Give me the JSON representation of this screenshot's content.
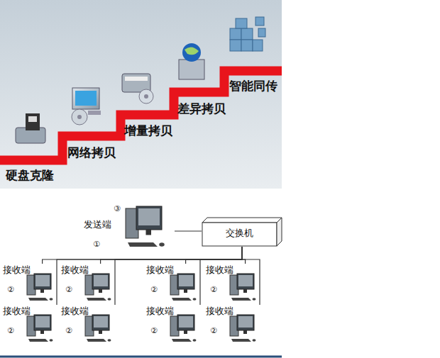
{
  "diagram": {
    "nodes": [
      {
        "text": [
          "发送端"
        ]
      },
      {
        "text": [
          "交换机"
        ]
      },
      {
        "text": [
          "接收端"
        ]
      },
      {
        "text": [
          "接收端"
        ]
      },
      {
        "text": [
          "接收端"
        ]
      },
      {
        "text": [
          "接收端"
        ]
      },
      {
        "text": [
          "接收端"
        ]
      },
      {
        "text": [
          "接收端"
        ]
      },
      {
        "text": [
          "接收端"
        ]
      },
      {
        "text": [
          "接收端"
        ]
      }
    ],
    "edges": [
      {
        "from": 0,
        "to": 1,
        "arrow": "none"
      },
      {
        "from": 1,
        "to": 2,
        "arrow": "none"
      },
      {
        "from": 1,
        "to": 3,
        "arrow": "none"
      },
      {
        "from": 1,
        "to": 4,
        "arrow": "none"
      },
      {
        "from": 1,
        "to": 5,
        "arrow": "none"
      },
      {
        "from": 1,
        "to": 6,
        "arrow": "none"
      },
      {
        "from": 1,
        "to": 7,
        "arrow": "none"
      },
      {
        "from": 1,
        "to": 8,
        "arrow": "none"
      },
      {
        "from": 1,
        "to": 9,
        "arrow": "none"
      }
    ],
    "labels": [
      "硬盘克隆",
      "网络拷贝",
      "增量拷贝",
      "差异拷贝",
      "智能同传",
      "③",
      "①",
      "②",
      "②",
      "②",
      "②",
      "②",
      "②",
      "②",
      "②"
    ]
  }
}
